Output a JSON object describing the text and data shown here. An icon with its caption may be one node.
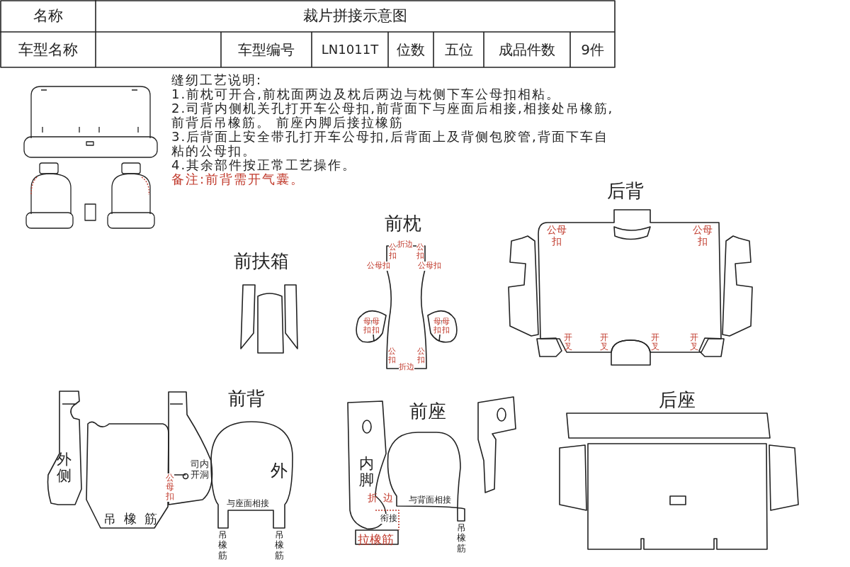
{
  "diagram": {
    "labels": [
      "名称",
      "裁片拼接示意图",
      "车型名称",
      "车型编号",
      "LN1011T",
      "位数",
      "五位",
      "成品件数",
      "9件",
      "缝纫工艺说明:",
      "1.前枕可开合,前枕面两边及枕后两边与枕侧下车公母扣相粘。",
      "2.司背内侧机关孔打开车公母扣,前背面下与座面后相接,相接处吊橡筋,前背后吊橡筋。 前座内脚后接拉橡筋",
      "3.后背面上安全带孔打开车公母扣,后背面上及背侧包胶管,背面下车自粘的公母扣。",
      "4.其余部件按正常工艺操作。",
      "备注:前背需开气囊。",
      "后背",
      "前枕",
      "前扶箱",
      "折边",
      "公扣",
      "公扣",
      "公母扣",
      "公母扣",
      "母扣",
      "母扣",
      "母扣",
      "母扣",
      "公扣",
      "公扣",
      "折边",
      "公母扣",
      "公母扣",
      "开叉",
      "开叉",
      "开叉",
      "开叉",
      "外侧",
      "吊橡筋",
      "司内开洞",
      "公母扣",
      "前背",
      "外",
      "与座面相接",
      "吊橡筋",
      "吊橡筋",
      "前座",
      "内脚",
      "折边",
      "与背面相接",
      "衔接",
      "拉橡筋",
      "吊橡筋",
      "后座"
    ]
  }
}
